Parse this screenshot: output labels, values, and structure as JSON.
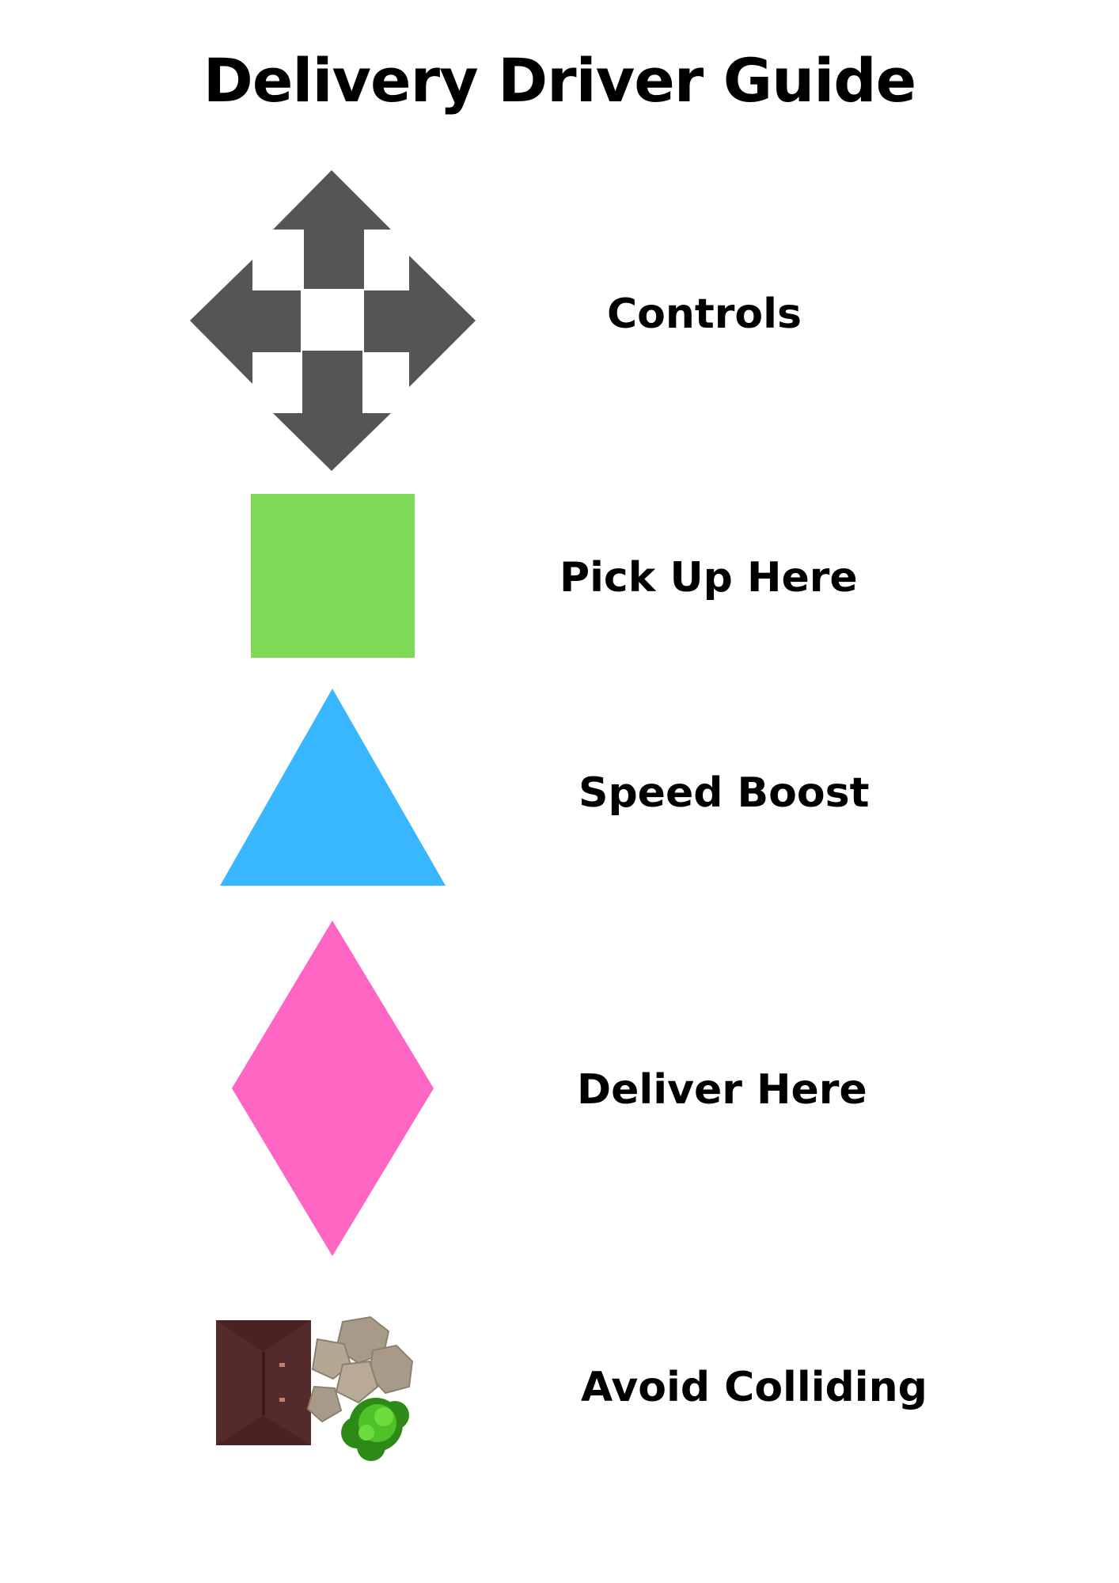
{
  "title": "Delivery Driver Guide",
  "colors": {
    "controls": "#555555",
    "pickup": "#7ED957",
    "speed_boost": "#38B6FF",
    "deliver": "#FF66C4",
    "obstacle_house": "#552A2A",
    "obstacle_rock": "#A89A88",
    "obstacle_bush": "#4FC22A"
  },
  "items": [
    {
      "label": "Controls",
      "icon": "four-way-arrows-icon"
    },
    {
      "label": "Pick Up Here",
      "icon": "green-square-icon"
    },
    {
      "label": "Speed Boost",
      "icon": "blue-triangle-icon"
    },
    {
      "label": "Deliver Here",
      "icon": "pink-diamond-icon"
    },
    {
      "label": "Avoid Colliding",
      "icon": "obstacles-icon"
    }
  ]
}
